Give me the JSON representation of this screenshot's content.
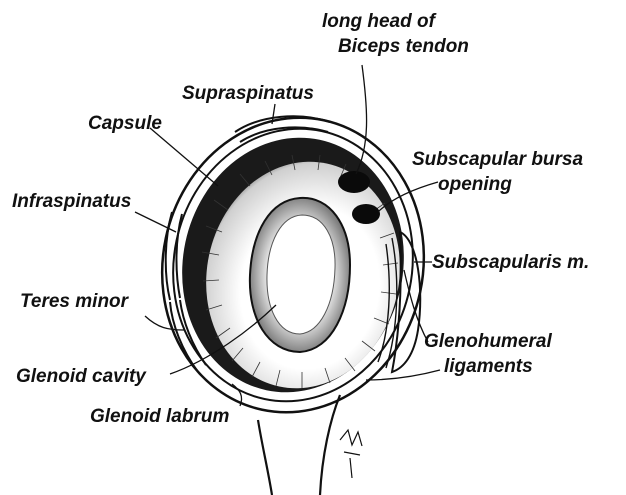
{
  "labels": {
    "biceps_line1": "long head of",
    "biceps_line2": "Biceps tendon",
    "supraspinatus": "Supraspinatus",
    "capsule": "Capsule",
    "subscapular_bursa_line1": "Subscapular bursa",
    "subscapular_bursa_line2": "opening",
    "infraspinatus": "Infraspinatus",
    "subscapularis": "Subscapularis m.",
    "teres_minor": "Teres minor",
    "glenohumeral_line1": "Glenohumeral",
    "glenohumeral_line2": "ligaments",
    "glenoid_cavity": "Glenoid cavity",
    "glenoid_labrum": "Glenoid labrum"
  },
  "colors": {
    "ink": "#111111",
    "background": "#ffffff"
  }
}
